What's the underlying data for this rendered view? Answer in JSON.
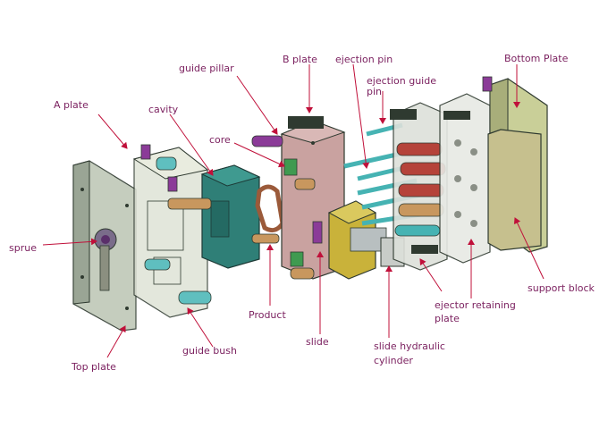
{
  "labels": {
    "a_plate": "A plate",
    "cavity": "cavity",
    "guide_pillar": "guide pillar",
    "b_plate": "B plate",
    "ejection_pin": "ejection pin",
    "ejection_guide_pin_1": "ejection guide",
    "ejection_guide_pin_2": "pin",
    "bottom_plate": "Bottom Plate",
    "core": "core",
    "sprue": "sprue",
    "top_plate": "Top plate",
    "guide_bush": "guide bush",
    "product": "Product",
    "slide": "slide",
    "slide_hydraulic_cylinder_1": "slide hydraulic",
    "slide_hydraulic_cylinder_2": "cylinder",
    "ejector_retaining_plate_1": "ejector retaining",
    "ejector_retaining_plate_2": "plate",
    "support_block": "support block"
  },
  "colors": {
    "label_text": "#7a1f5e",
    "leader_line": "#c0103a",
    "plate_outline": "#2f3a30",
    "top_plate_fill": "#bfc8b8",
    "a_plate_fill": "#dfe3d6",
    "cavity_fill": "#2f7f77",
    "b_plate_fill": "#c9a2a0",
    "slide_fill": "#c9b23a",
    "bottom_plate_fill": "#c9cf98",
    "support_block_fill": "#c6c08e",
    "pin_cyan": "#46b3b3",
    "pin_red": "#b5433a",
    "pin_purple": "#7a3b8c",
    "pin_tan": "#c8975e",
    "product_fill": "#9b5a3a"
  }
}
